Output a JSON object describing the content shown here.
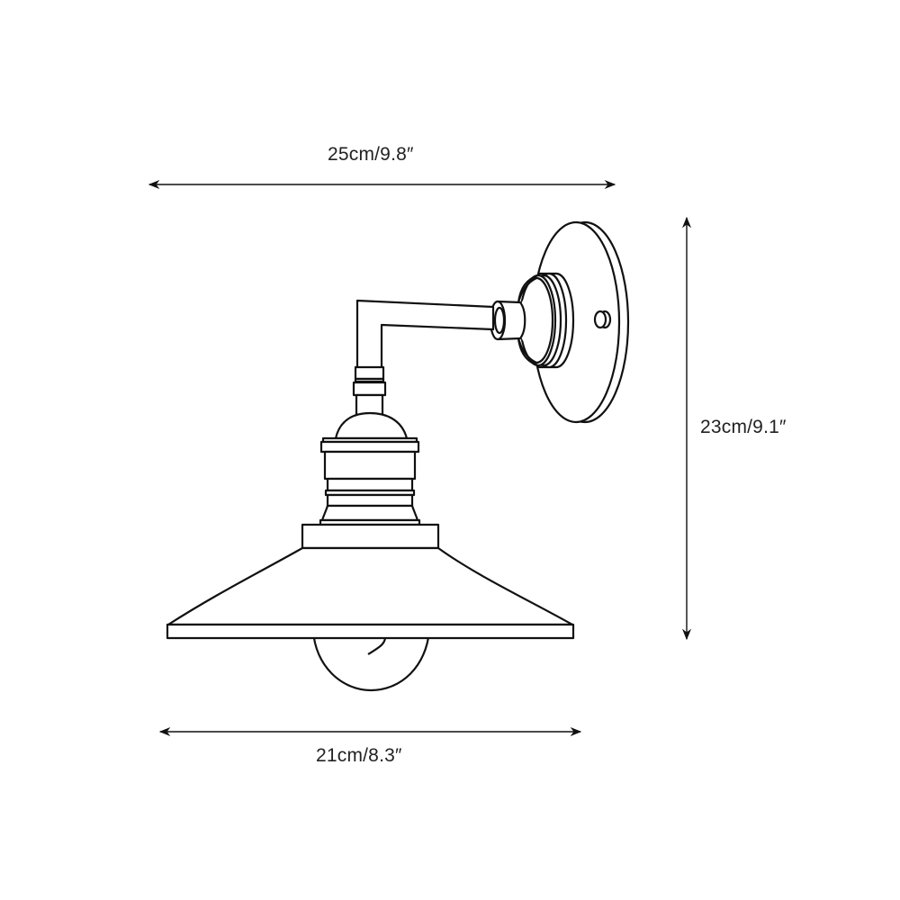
{
  "diagram": {
    "subject": "wall sconce lamp dimension drawing",
    "colors": {
      "line": "#111111",
      "text": "#222222",
      "background": "#ffffff"
    },
    "dimensions": {
      "overall_width": {
        "label": "25cm/9.8″",
        "cm": 25,
        "in": 9.8
      },
      "overall_height": {
        "label": "23cm/9.1″",
        "cm": 23,
        "in": 9.1
      },
      "shade_diameter": {
        "label": "21cm/8.3″",
        "cm": 21,
        "in": 8.3
      }
    },
    "parts": [
      "backplate",
      "backplate-screw",
      "mount-cone",
      "arm-collar",
      "l-shaped-arm",
      "arm-coupling",
      "socket-dome",
      "socket-body",
      "shade-collar",
      "shade-cone",
      "shade-brim",
      "bulb"
    ]
  }
}
